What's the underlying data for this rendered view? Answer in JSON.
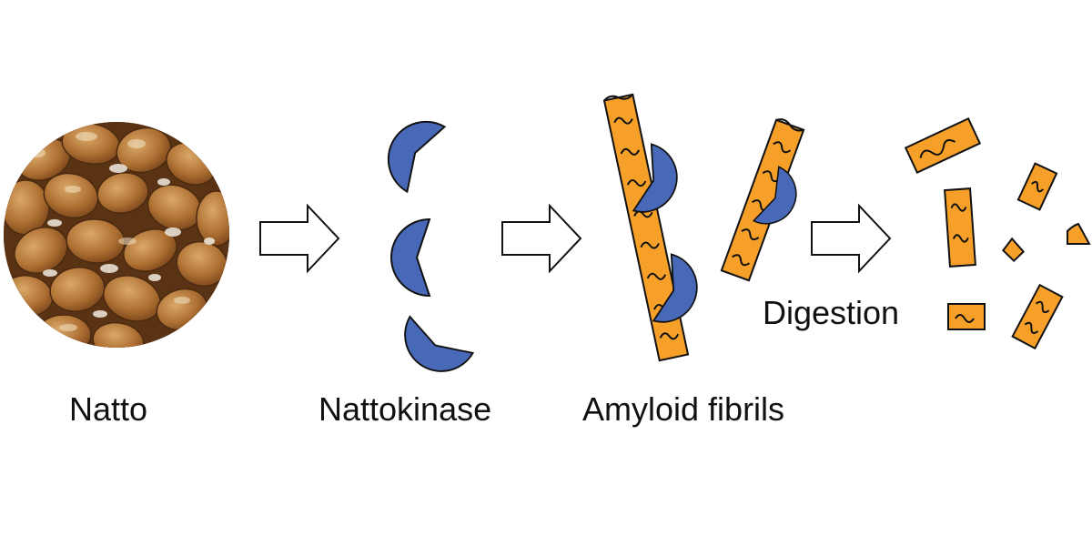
{
  "labels": {
    "natto": "Natto",
    "nattokinase": "Nattokinase",
    "amyloid": "Amyloid fibrils",
    "digestion": "Digestion"
  },
  "colors": {
    "enzyme": "#4769b8",
    "fibril": "#f6a02a",
    "outline": "#111111",
    "bean": "#b87a3a",
    "bean_shadow": "#6b3f17",
    "arrow_fill": "#ffffff"
  }
}
